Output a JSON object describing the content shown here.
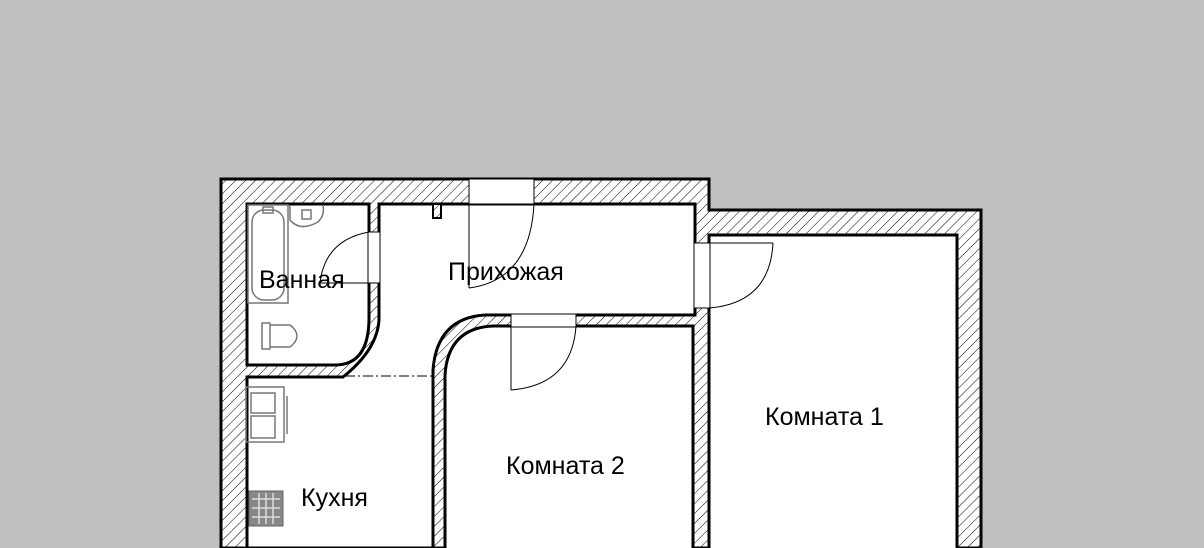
{
  "plan": {
    "rooms": {
      "bathroom": "Ванная",
      "hallway": "Прихожая",
      "room1": "Комната 1",
      "room2": "Комната 2",
      "kitchen": "Кухня"
    }
  },
  "colors": {
    "background": "#c0c0c0",
    "wall": "#000000",
    "fixture": "#777777"
  }
}
